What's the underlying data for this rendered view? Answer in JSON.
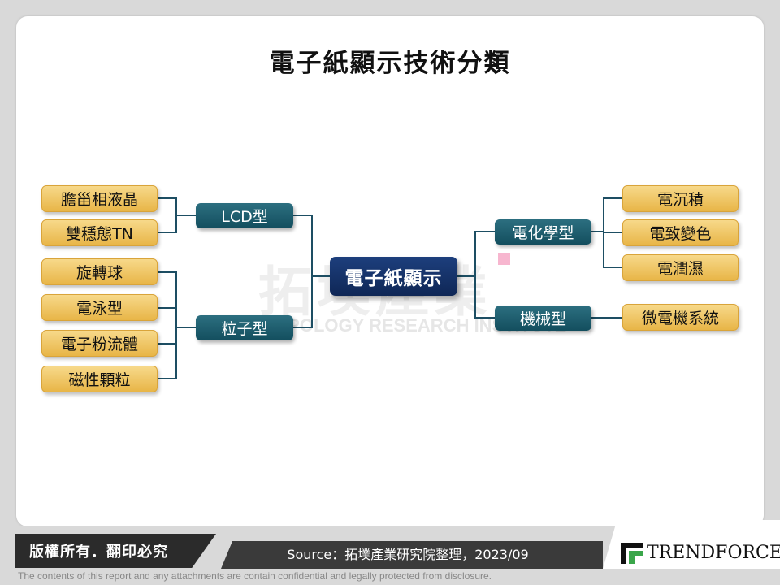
{
  "title": "電子紙顯示技術分類",
  "watermark": {
    "cn": "拓墣產業",
    "en": "TOPOLOGY RESEARCH INSTITUTE"
  },
  "root": "電子紙顯示",
  "left": [
    {
      "label": "LCD型",
      "children": [
        "膽甾相液晶",
        "雙穩態TN"
      ]
    },
    {
      "label": "粒子型",
      "children": [
        "旋轉球",
        "電泳型",
        "電子粉流體",
        "磁性顆粒"
      ]
    }
  ],
  "right": [
    {
      "label": "電化學型",
      "children": [
        "電沉積",
        "電致變色",
        "電潤濕"
      ]
    },
    {
      "label": "機械型",
      "children": [
        "微電機系統"
      ]
    }
  ],
  "footer": {
    "copyright": "版權所有．翻印必究",
    "source": "Source：拓墣產業研究院整理，2023/09",
    "brand": "TRENDFORCE",
    "disclaimer": "The contents of this report and any attachments are contain confidential and legally protected from disclosure."
  },
  "colors": {
    "leaf": "#e8b547",
    "category": "#134e5e",
    "root": "#0f2756",
    "line": "#1d4e63"
  }
}
